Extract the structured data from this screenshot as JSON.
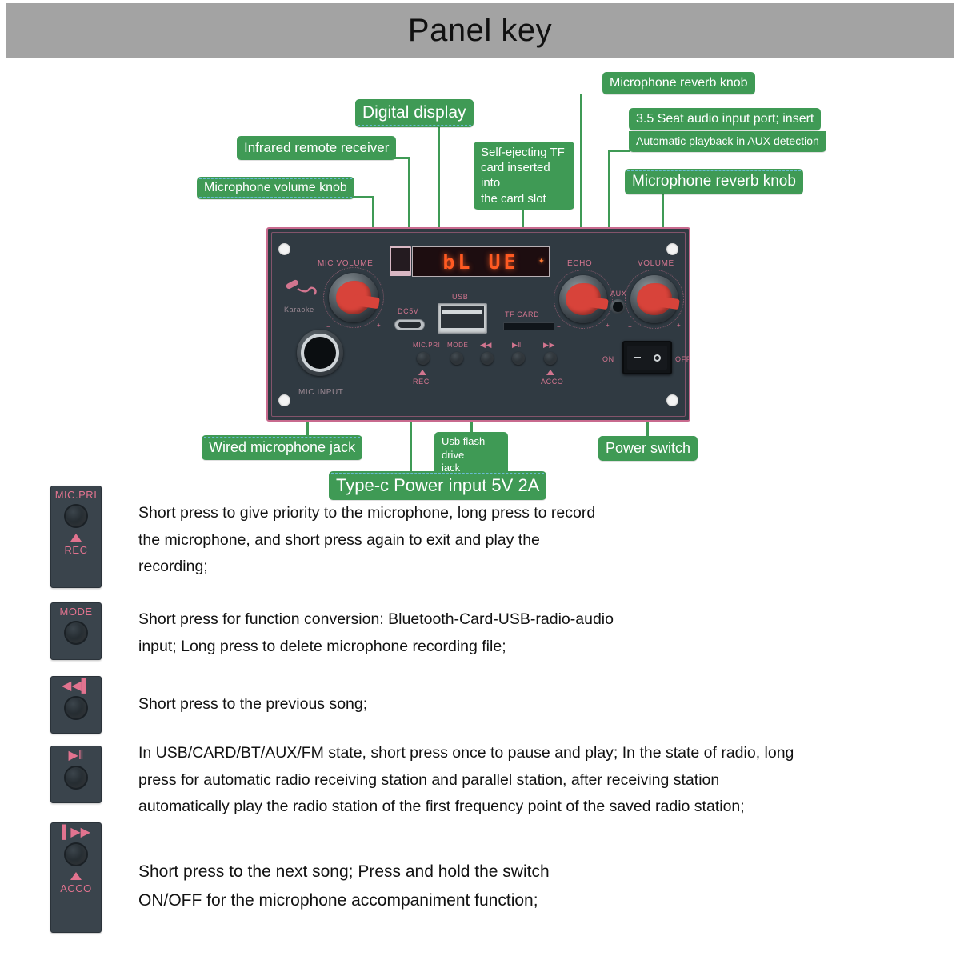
{
  "header": {
    "title": "Panel key"
  },
  "callouts": [
    {
      "id": "mic-reverb-knob-top",
      "text": "Microphone reverb knob"
    },
    {
      "id": "digital-display",
      "text": "Digital display"
    },
    {
      "id": "aux-port",
      "text": "3.5 Seat audio input port; insert"
    },
    {
      "id": "aux-port-sub",
      "text": "Automatic playback in AUX detection"
    },
    {
      "id": "infrared-remote-receiver",
      "text": "Infrared remote receiver"
    },
    {
      "id": "self-ejecting-tf",
      "text": "Self-ejecting TF\ncard inserted into\nthe card slot"
    },
    {
      "id": "mic-reverb-knob-lower",
      "text": "Microphone reverb knob"
    },
    {
      "id": "microphone-volume-knob",
      "text": "Microphone volume knob"
    },
    {
      "id": "wired-microphone-jack",
      "text": "Wired microphone jack"
    },
    {
      "id": "usb-flash-drive-jack",
      "text": "Usb flash drive\njack"
    },
    {
      "id": "power-switch",
      "text": "Power switch"
    },
    {
      "id": "type-c-power-input",
      "text": "Type-c Power input 5V 2A"
    }
  ],
  "board": {
    "display_text": "bL UE",
    "bluetooth_glyph": "␢",
    "silkscreen": {
      "mic_volume": "MIC VOLUME",
      "echo": "ECHO",
      "volume": "VOLUME",
      "usb": "USB",
      "dc5v": "DC5V",
      "tf_card": "TF  CARD",
      "aux": "AUX",
      "mic_input": "MIC INPUT",
      "karaoke": "Karaoke",
      "on": "ON",
      "off": "OFF",
      "btn_mic_pri": "MIC.PRI",
      "btn_mode": "MODE",
      "btn_prev": "◀◀",
      "btn_play": "▶‖",
      "btn_next": "▶▶",
      "sub_rec": "REC",
      "sub_acco": "ACCO",
      "minus": "−",
      "plus": "+"
    }
  },
  "descriptions": [
    {
      "id": "mic-pri-rec",
      "thumb": {
        "top_label": "MIC.PRI",
        "icon": "",
        "bottom_label": "REC",
        "has_triangle": true
      },
      "text": "Short press to give priority to the microphone, long press to record\n the microphone, and short press again to exit and play the\nrecording;"
    },
    {
      "id": "mode",
      "thumb": {
        "top_label": "MODE",
        "icon": "",
        "bottom_label": "",
        "has_triangle": false
      },
      "text": "Short press for function conversion: Bluetooth-Card-USB-radio-audio\n input; Long press to delete microphone recording file;"
    },
    {
      "id": "previous",
      "thumb": {
        "top_label": "",
        "icon": "◀◀▌",
        "bottom_label": "",
        "has_triangle": false
      },
      "text": "Short press to the previous song;"
    },
    {
      "id": "play-pause",
      "thumb": {
        "top_label": "",
        "icon": "▶‖",
        "bottom_label": "",
        "has_triangle": false
      },
      "text": "In USB/CARD/BT/AUX/FM state, short press once to pause and play; In the state of radio, long\n press for automatic radio receiving station and parallel station, after receiving station\nautomatically play the radio station of the first frequency point of the saved radio station;"
    },
    {
      "id": "next-acco",
      "thumb": {
        "top_label": "",
        "icon": "▌▶▶",
        "bottom_label": "ACCO",
        "has_triangle": true
      },
      "text": "Short press to the next song; Press and hold the switch\nON/OFF for the microphone accompaniment function;"
    }
  ],
  "colors": {
    "header_bg": "#a3a3a3",
    "callout_green": "#3f9a55",
    "board_bg": "#303a42",
    "board_border": "#c86a8e",
    "silk_pink": "#d2758f",
    "knob_red": "#d8433a",
    "led_orange": "#ff5a22",
    "thumb_bg": "#3a444c"
  }
}
